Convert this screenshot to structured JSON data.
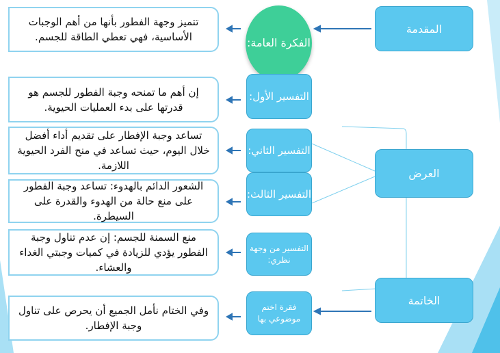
{
  "main_sections": {
    "intro": "المقدمة",
    "body": "العرض",
    "conclusion": "الخاتمة"
  },
  "middle": {
    "general_idea": "الفكرة العامة:",
    "first": "التفسير الأول:",
    "second": "التفسير الثاني:",
    "third": "التفسير الثالث:",
    "opinion": "التفسير من وجهة نظري:",
    "closing": "فقرة اختم موضوعي بها"
  },
  "details": {
    "general_idea": "تتميز وجهة الفطور بأنها من أهم الوجبات الأساسية، فهي تعطي الطاقة للجسم.",
    "first": "إن أهم ما تمنحه وجبة الفطور للجسم هو قدرتها على بدء العمليات الحيوية.",
    "second": "تساعد وجبة الإفطار على تقديم أداء أفضل خلال اليوم، حيث تساعد في منح الفرد الحيوية اللازمة.",
    "third": "الشعور الدائم بالهدوء: تساعد وجبة الفطور على منع حالة من الهدوء والقدرة على السيطرة.",
    "opinion": "منع السمنة للجسم: إن عدم تناول وجبة الفطور يؤدي للزيادة في كميات وجبتي الغداء والعشاء.",
    "closing": "وفي الختام نأمل الجميع أن يحرص على تناول وجبة الإفطار."
  },
  "colors": {
    "box": "#5bc8ef",
    "circle": "#3ecf98",
    "arrow": "#2e75b6",
    "border": "#8fd3ef"
  }
}
